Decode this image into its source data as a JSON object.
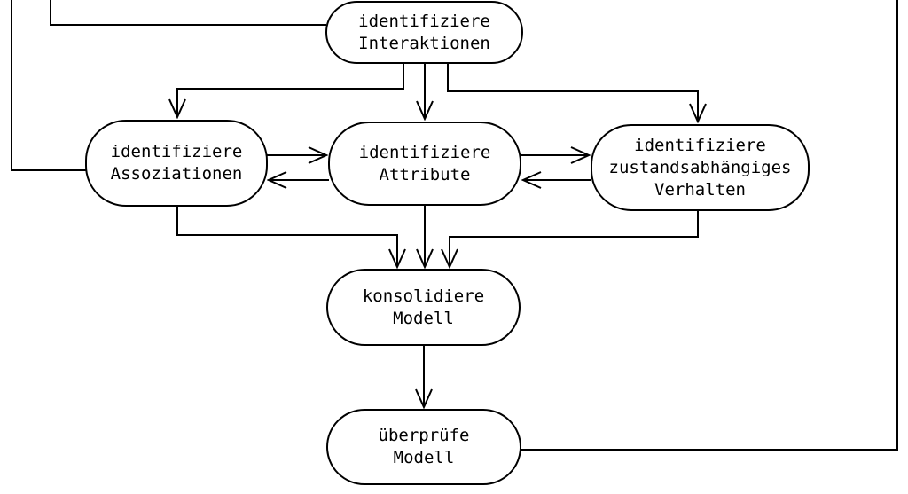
{
  "diagram": {
    "language": "de",
    "line_color": "#000000",
    "background_color": "#ffffff",
    "nodes": {
      "interaktionen": {
        "label": "identifiziere\nInteraktionen"
      },
      "assoziationen": {
        "label": "identifiziere\nAssoziationen"
      },
      "attribute": {
        "label": "identifiziere\nAttribute"
      },
      "verhalten": {
        "label": "identifiziere\nzustandsabhängiges\nVerhalten"
      },
      "konsolidiere": {
        "label": "konsolidiere\nModell"
      },
      "ueberpruefe": {
        "label": "überprüfe\nModell"
      }
    },
    "edges": [
      {
        "from": "offscreen-top",
        "to": "interaktionen",
        "arrow": false
      },
      {
        "from": "offscreen-top",
        "to": "assoziationen",
        "arrow": false
      },
      {
        "from": "interaktionen",
        "to": "assoziationen",
        "arrow": true
      },
      {
        "from": "interaktionen",
        "to": "attribute",
        "arrow": true
      },
      {
        "from": "interaktionen",
        "to": "verhalten",
        "arrow": true
      },
      {
        "from": "assoziationen",
        "to": "attribute",
        "arrow": true
      },
      {
        "from": "attribute",
        "to": "assoziationen",
        "arrow": true
      },
      {
        "from": "attribute",
        "to": "verhalten",
        "arrow": true
      },
      {
        "from": "verhalten",
        "to": "attribute",
        "arrow": true
      },
      {
        "from": "assoziationen",
        "to": "konsolidiere",
        "arrow": true
      },
      {
        "from": "attribute",
        "to": "konsolidiere",
        "arrow": true
      },
      {
        "from": "verhalten",
        "to": "konsolidiere",
        "arrow": true
      },
      {
        "from": "konsolidiere",
        "to": "ueberpruefe",
        "arrow": true
      },
      {
        "from": "ueberpruefe",
        "to": "offscreen-top",
        "arrow": false
      }
    ]
  }
}
